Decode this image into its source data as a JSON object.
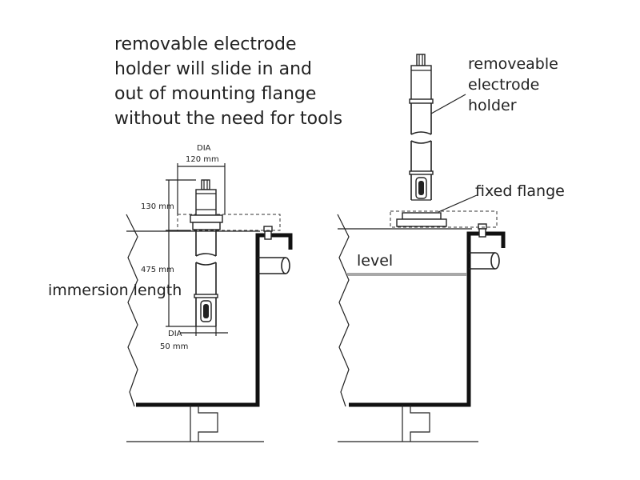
{
  "caption": {
    "lines": [
      "removable electrode",
      "holder will slide in and",
      "out of mounting flange",
      "without the need for tools"
    ]
  },
  "left_diagram": {
    "dia_top_label": "DIA",
    "dia_top_value": "120 mm",
    "height_label": "130 mm",
    "length_label": "475 mm",
    "immersion_label": "immersion length",
    "dia_bottom_label": "DIA",
    "dia_bottom_value": "50 mm"
  },
  "right_diagram": {
    "holder_label_lines": [
      "removeable",
      "electrode",
      "holder"
    ],
    "flange_label": "fixed flange",
    "level_label": "level",
    "level_color": "#a8a8a8"
  }
}
